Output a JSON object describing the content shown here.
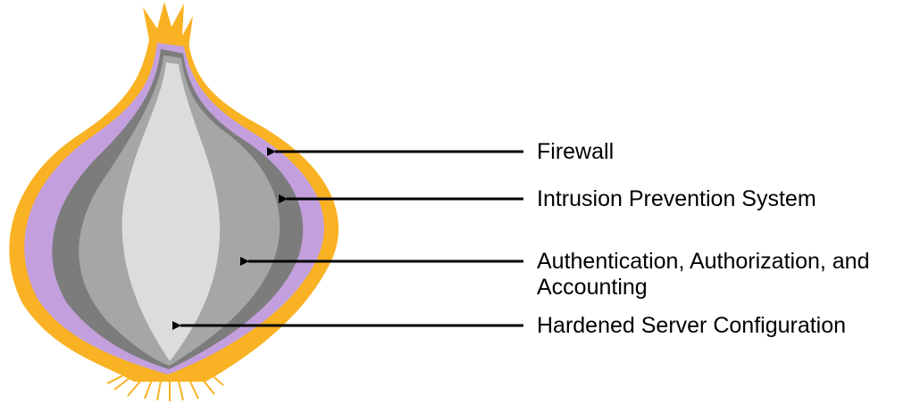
{
  "colors": {
    "outer_skin": "#f9b223",
    "firewall": "#c3a0dd",
    "ips": "#7c7c7c",
    "aaa": "#a6a6a6",
    "server": "#dcdcdc",
    "arrow": "#000000"
  },
  "labels": {
    "firewall": "Firewall",
    "ips": "Intrusion Prevention System",
    "aaa_line1": "Authentication, Authorization, and",
    "aaa_line2": "Accounting",
    "server": "Hardened Server Configuration"
  }
}
